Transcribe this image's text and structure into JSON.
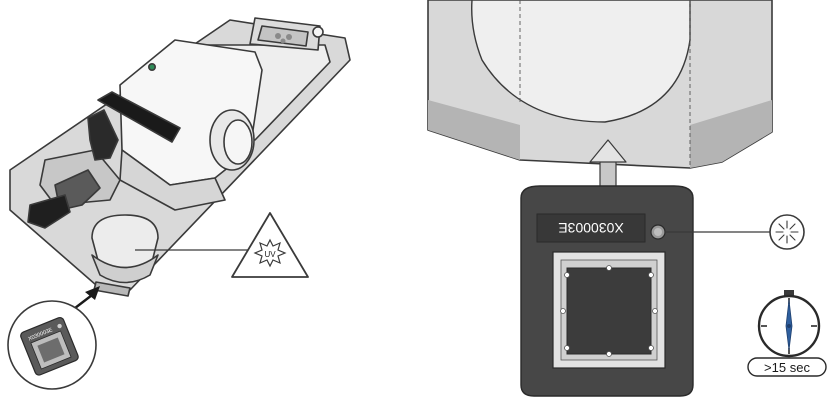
{
  "figure": {
    "chip_id_text": "X030003E",
    "inset_chip_label": "X030003E",
    "warning_symbol_text": "UV",
    "timer_label": ">15 sec"
  },
  "colors": {
    "outline": "#3a3a3a",
    "device_grey_light": "#e6e6e6",
    "device_grey_mid": "#cfcfcf",
    "device_grey_dark": "#9a9a9a",
    "device_white": "#f7f7f7",
    "dark_panel": "#474747",
    "chip_dark": "#3c3c3c",
    "led_green": "#2e8b57",
    "timer_hand_blue": "#2f5f9e"
  },
  "icons": [
    "uv-warning-icon",
    "light-flash-icon",
    "stopwatch-icon",
    "arrow-up-icon"
  ]
}
